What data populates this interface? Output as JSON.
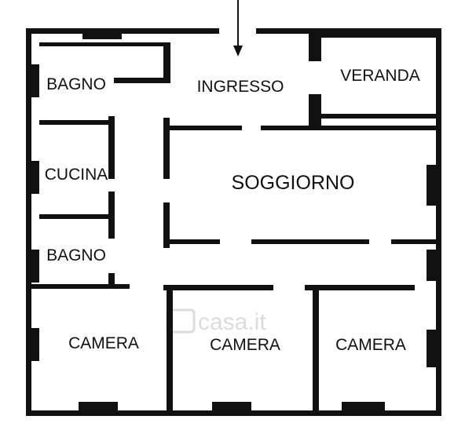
{
  "plan": {
    "rooms": [
      {
        "id": "bagno-top",
        "label": "BAGNO"
      },
      {
        "id": "ingresso",
        "label": "INGRESSO"
      },
      {
        "id": "veranda",
        "label": "VERANDA"
      },
      {
        "id": "cucina",
        "label": "CUCINA"
      },
      {
        "id": "soggiorno",
        "label": "SOGGIORNO"
      },
      {
        "id": "bagno-bottom",
        "label": "BAGNO"
      },
      {
        "id": "camera-left",
        "label": "CAMERA"
      },
      {
        "id": "camera-middle",
        "label": "CAMERA"
      },
      {
        "id": "camera-right",
        "label": "CAMERA"
      }
    ],
    "watermark": "casa.it",
    "colors": {
      "wall": "#111111",
      "background": "#ffffff",
      "watermark": "#d9d9d9"
    }
  }
}
